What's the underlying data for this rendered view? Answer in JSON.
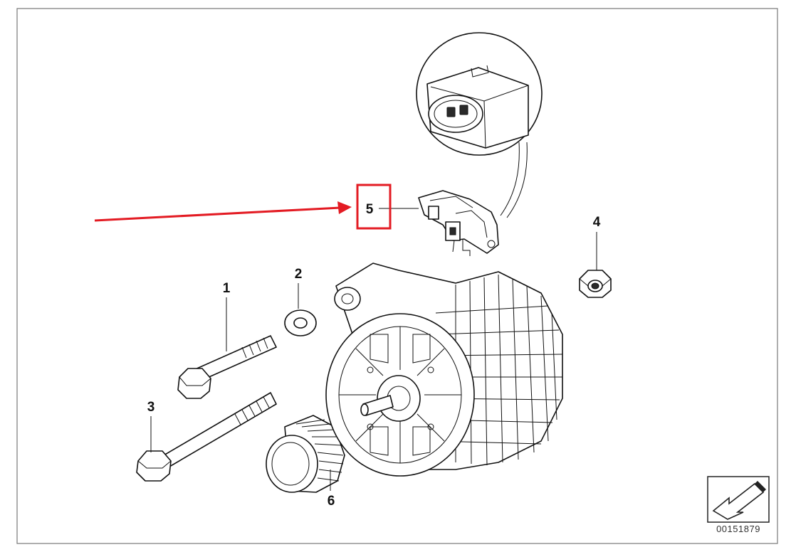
{
  "diagram": {
    "callouts": [
      {
        "id": "1",
        "label": "1"
      },
      {
        "id": "2",
        "label": "2"
      },
      {
        "id": "3",
        "label": "3"
      },
      {
        "id": "4",
        "label": "4"
      },
      {
        "id": "5",
        "label": "5"
      },
      {
        "id": "6",
        "label": "6"
      }
    ],
    "catalog_number": "00151879",
    "highlight": {
      "target_label": "5",
      "color": "#e31b23"
    }
  }
}
